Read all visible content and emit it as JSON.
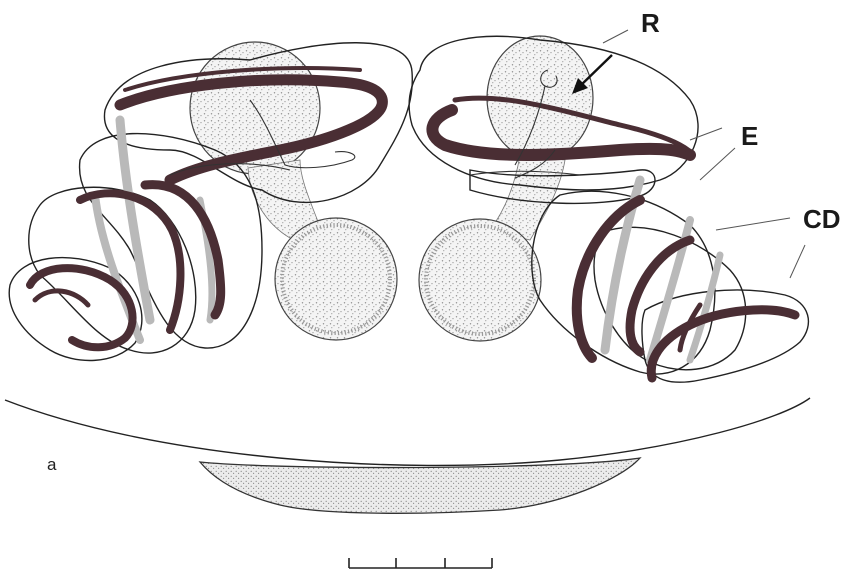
{
  "labels": {
    "receptacle": "R",
    "embolus": "E",
    "copulatory_duct": "CD",
    "panel": "a"
  },
  "colors": {
    "duct_dark": "#4a2e34",
    "duct_light": "#b9b9b9",
    "outline": "#222222",
    "stipple": "#8a8a8a"
  }
}
